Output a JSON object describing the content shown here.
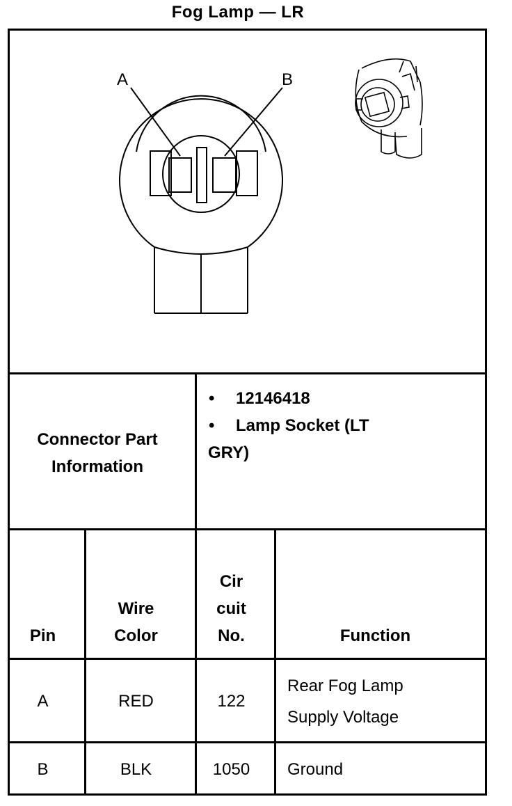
{
  "title": "Fog Lamp — LR",
  "diagram": {
    "pin_labels": [
      "A",
      "B"
    ]
  },
  "connector_info": {
    "label_line1": "Connector Part",
    "label_line2": "Information",
    "bullet_1": "12146418",
    "bullet_2a": "Lamp Socket (LT",
    "bullet_2b": "GRY)"
  },
  "table": {
    "headers": {
      "pin": "Pin",
      "wire_color_1": "Wire",
      "wire_color_2": "Color",
      "circuit_1": "Cir",
      "circuit_2": "cuit",
      "circuit_3": "No.",
      "function": "Function"
    },
    "rows": [
      {
        "pin": "A",
        "wire_color": "RED",
        "circuit": "122",
        "function_1": "Rear Fog Lamp",
        "function_2": "Supply Voltage"
      },
      {
        "pin": "B",
        "wire_color": "BLK",
        "circuit": "1050",
        "function_1": "Ground",
        "function_2": ""
      }
    ]
  }
}
